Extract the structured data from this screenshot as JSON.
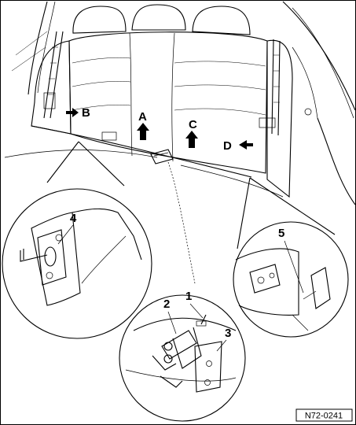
{
  "figure_id": "N72-0241",
  "arrow_labels": [
    "A",
    "B",
    "C",
    "D"
  ],
  "part_numbers": [
    "1",
    "2",
    "3",
    "4",
    "5"
  ],
  "colors": {
    "ink": "#000000",
    "paper": "#ffffff",
    "seat_fill": "#f4f4f4"
  }
}
